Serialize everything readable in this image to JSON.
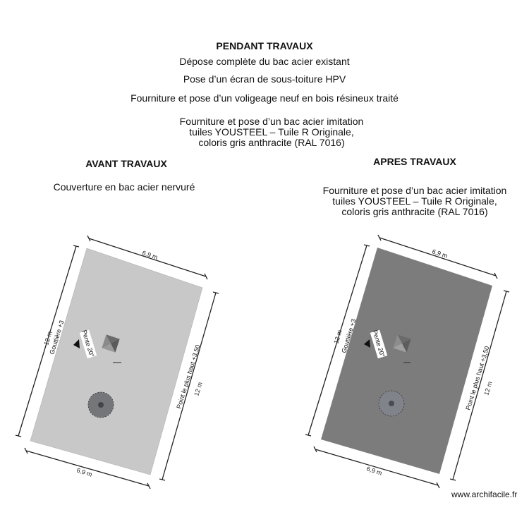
{
  "pendant": {
    "title": "PENDANT TRAVAUX",
    "lines": [
      "Dépose complète du bac acier existant",
      "Pose d’un écran de sous-toiture HPV",
      "Fourniture et pose d’un voligeage neuf en bois résineux traité"
    ],
    "block": [
      "Fourniture et pose d’un bac acier imitation",
      "tuiles YOUSTEEL – Tuile R Originale,",
      "coloris gris anthracite (RAL 7016)"
    ]
  },
  "avant": {
    "title": "AVANT TRAVAUX",
    "text": "Couverture en bac acier nervuré",
    "fill_color": "#c8c8c8"
  },
  "apres": {
    "title": "APRES TRAVAUX",
    "block": [
      "Fourniture et pose d’un bac acier imitation",
      "tuiles YOUSTEEL – Tuile R Originale,",
      "coloris gris anthracite (RAL 7016)"
    ],
    "fill_color": "#7c7c7c"
  },
  "plan": {
    "width_dim": "6,9 m",
    "length_dim": "12 m",
    "gutter_label": "Gouttière +3",
    "ridge_label": "Point le plus haut +3,50",
    "slope_label": "Pente 20°"
  },
  "credit": "www.archifacile.fr"
}
